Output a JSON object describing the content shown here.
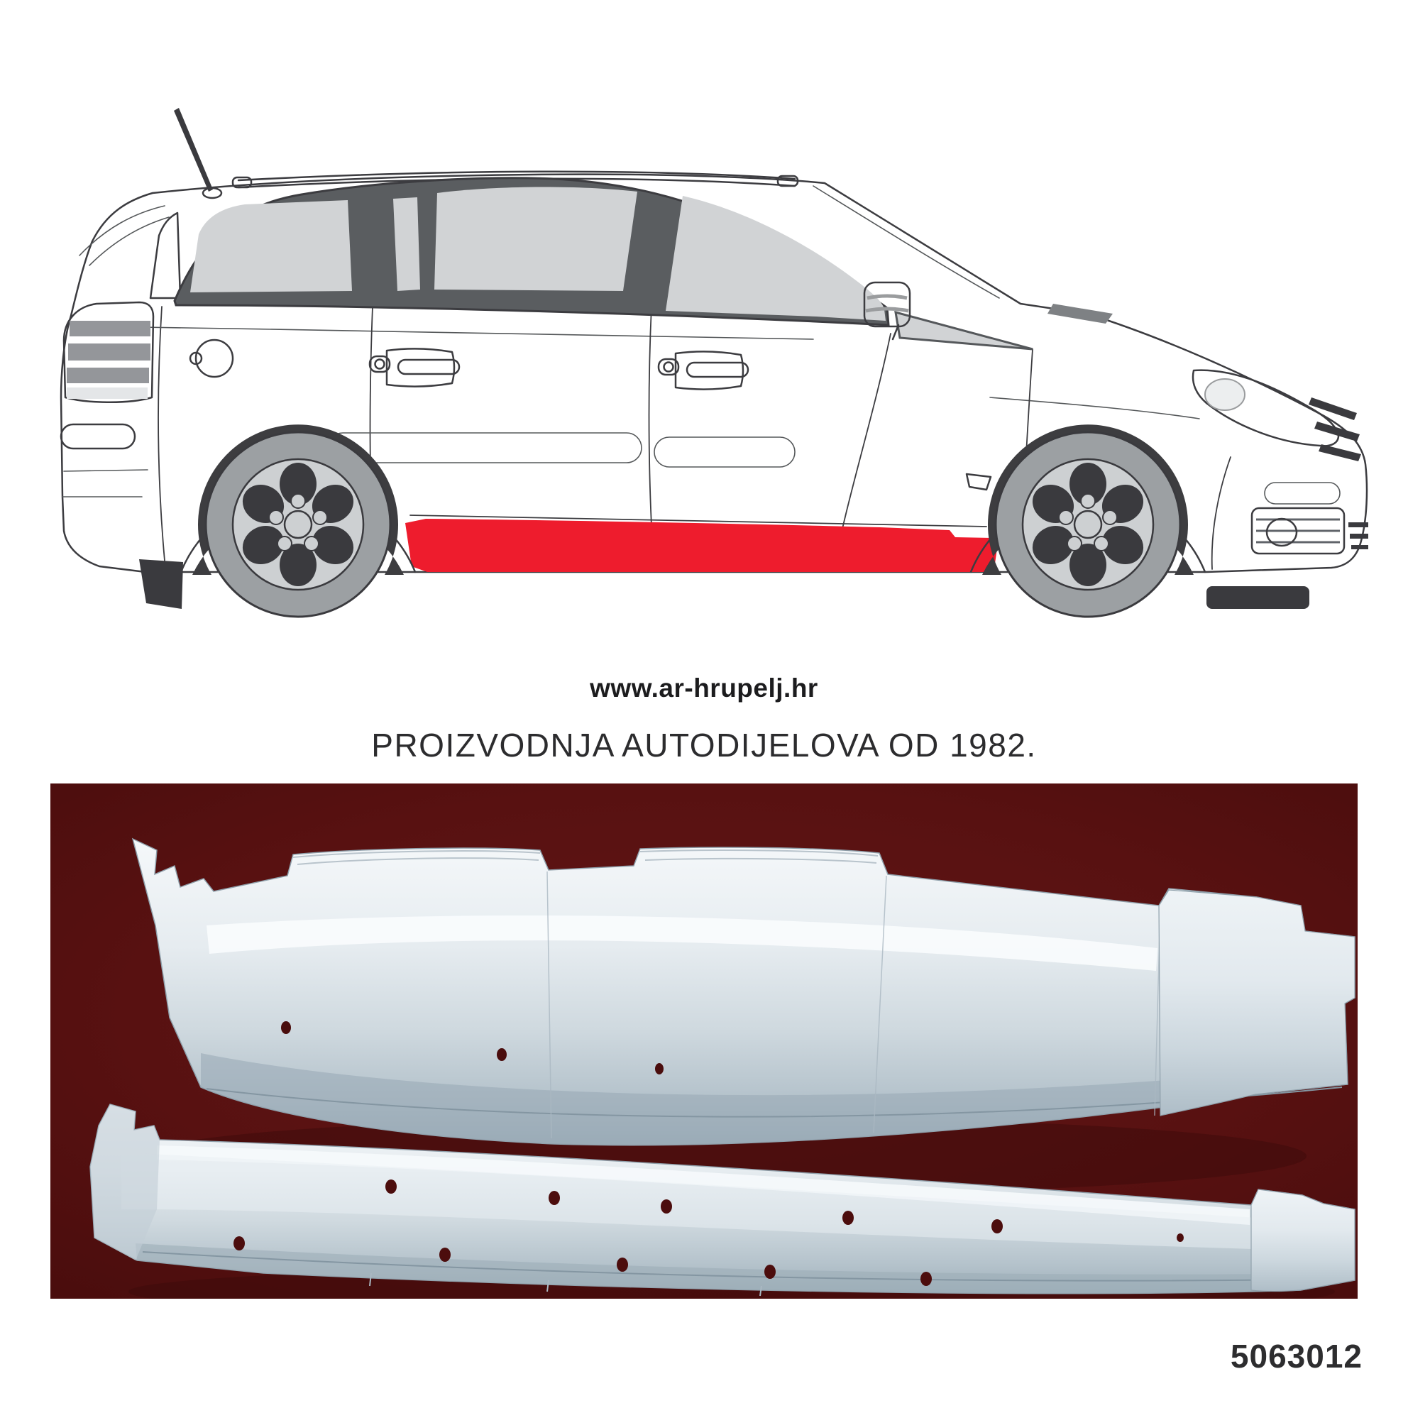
{
  "branding": {
    "website": "www.ar-hrupelj.hr",
    "tagline": "PROIZVODNJA AUTODIJELOVA OD 1982."
  },
  "product": {
    "code": "5063012"
  },
  "illustration": {
    "vehicle": "minivan-side-view-line-drawing",
    "highlighted_part": "rocker-panel-sill",
    "highlight_color": "#ee1c2d",
    "outline_color": "#3c3c40",
    "glass_color": "#d1d3d5"
  },
  "photo": {
    "background_color": "#581111",
    "parts": [
      "rocker-panel-outer-view",
      "rocker-panel-underside-view"
    ],
    "part_color": "silver"
  }
}
